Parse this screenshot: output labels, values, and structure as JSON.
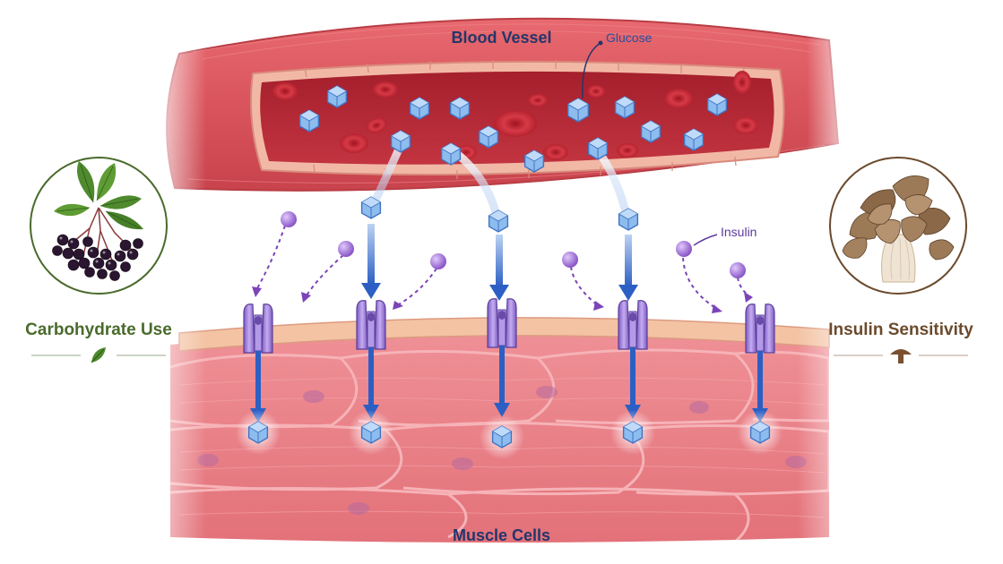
{
  "labels": {
    "blood_vessel": "Blood Vessel",
    "glucose": "Glucose",
    "insulin": "Insulin",
    "muscle_cells": "Muscle Cells",
    "left_benefit": "Carbohydrate Use",
    "right_benefit": "Insulin Sensitivity"
  },
  "icons": {
    "left_image": "elderberry-cluster-icon",
    "left_divider_icon": "leaf-icon",
    "right_image": "maitake-mushroom-icon",
    "right_divider_icon": "mushroom-icon"
  },
  "colors": {
    "vessel_wall": "#d9545c",
    "vessel_lumen": "#b32a36",
    "muscle": "#e8838a",
    "glucose": "#7fb2e8",
    "insulin": "#9a6bd3",
    "receptor": "#9c7fd6",
    "arrow": "#2c5fc4",
    "left_accent": "#4a6b2c",
    "right_accent": "#6b4a2c"
  }
}
